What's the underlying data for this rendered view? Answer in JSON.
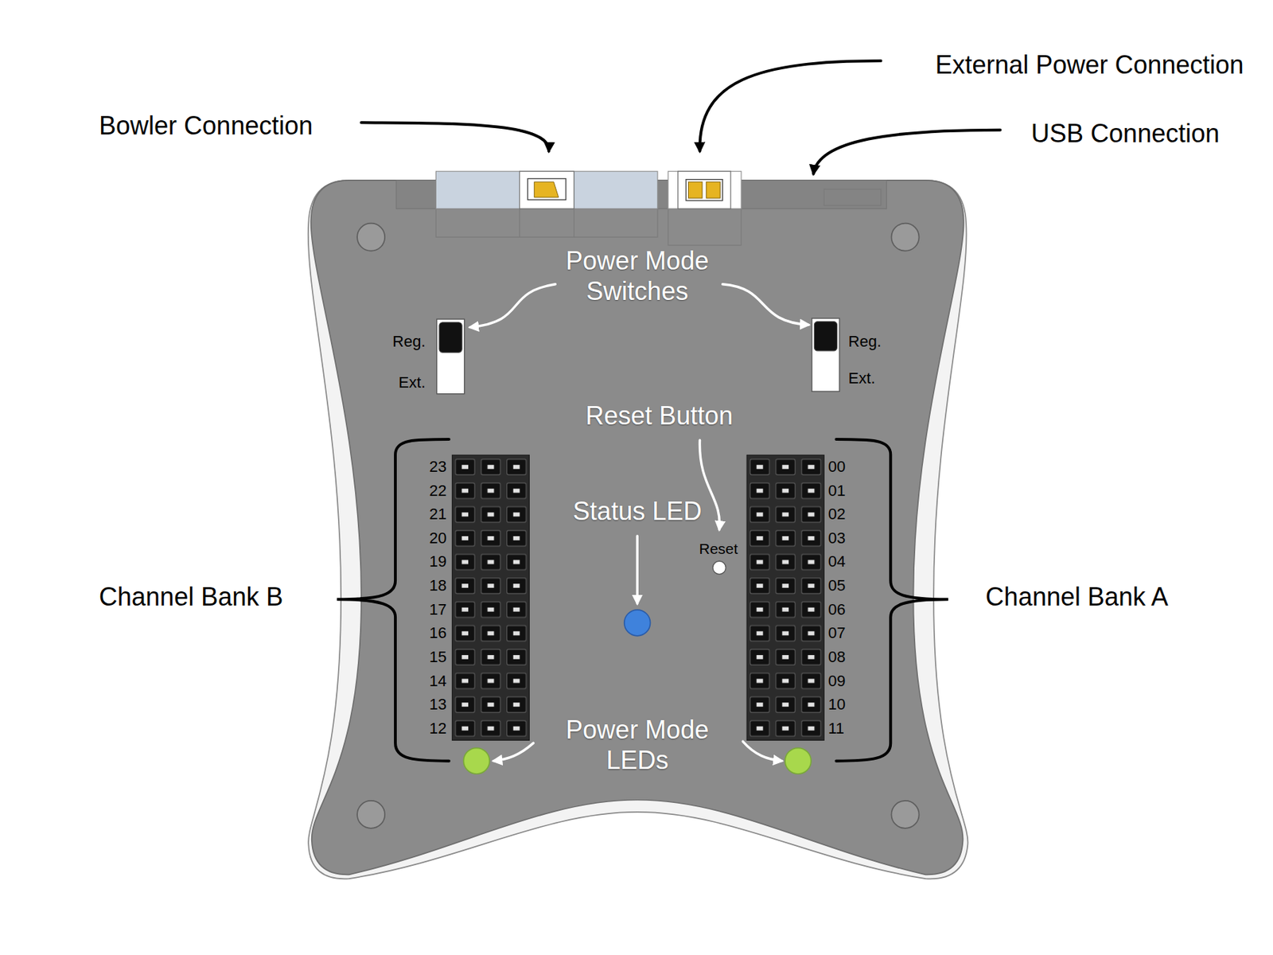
{
  "diagram": {
    "labels": [
      "Bowler Connection",
      "External Power Connection",
      "USB Connection",
      "Power Mode Switches",
      "Reg.",
      "Ext.",
      "Reg.",
      "Ext.",
      "Reset Button",
      "Status LED",
      "Reset",
      "Channel Bank B",
      "Channel Bank A",
      "23",
      "22",
      "21",
      "20",
      "19",
      "18",
      "17",
      "16",
      "15",
      "14",
      "13",
      "12",
      "00",
      "01",
      "02",
      "03",
      "04",
      "05",
      "06",
      "07",
      "08",
      "09",
      "10",
      "11",
      "Power Mode LEDs"
    ]
  }
}
